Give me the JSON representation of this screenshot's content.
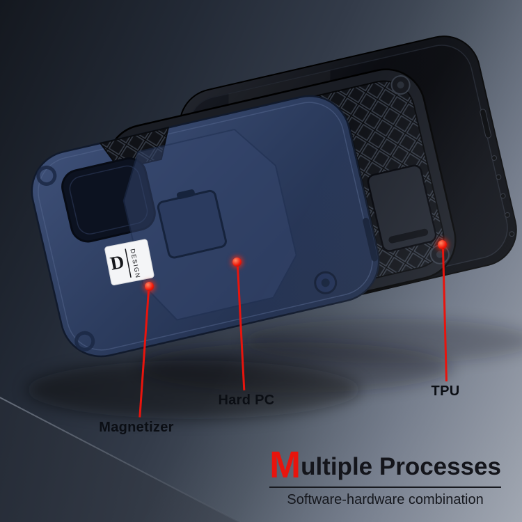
{
  "colors": {
    "accent": "#e8140d",
    "label_text": "#0b0e14",
    "title_text": "#14151b"
  },
  "callouts": [
    {
      "id": "magnetizer",
      "label": "Magnetizer"
    },
    {
      "id": "hard-pc",
      "label": "Hard PC"
    },
    {
      "id": "tpu",
      "label": "TPU"
    }
  ],
  "caption": {
    "title_lead": "M",
    "title_rest": "ultiple Processes",
    "subtitle": "Software-hardware combination"
  },
  "shell_logo": {
    "letter": "D",
    "text": "DESIGN"
  }
}
